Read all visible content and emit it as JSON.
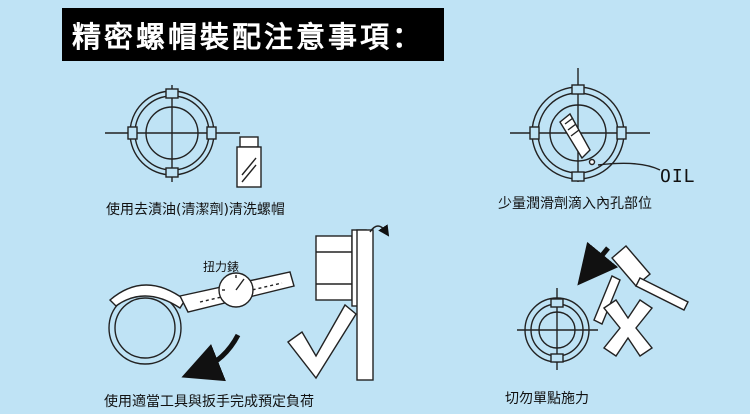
{
  "title": "精密螺帽裝配注意事項：",
  "steps": [
    {
      "caption": "使用去漬油(清潔劑)清洗螺帽"
    },
    {
      "caption": "少量潤滑劑滴入內孔部位",
      "oil_label": "OIL"
    },
    {
      "caption": "使用適當工具與扳手完成預定負荷",
      "torque_label": "扭力錶"
    },
    {
      "caption": "切勿單點施力"
    }
  ]
}
